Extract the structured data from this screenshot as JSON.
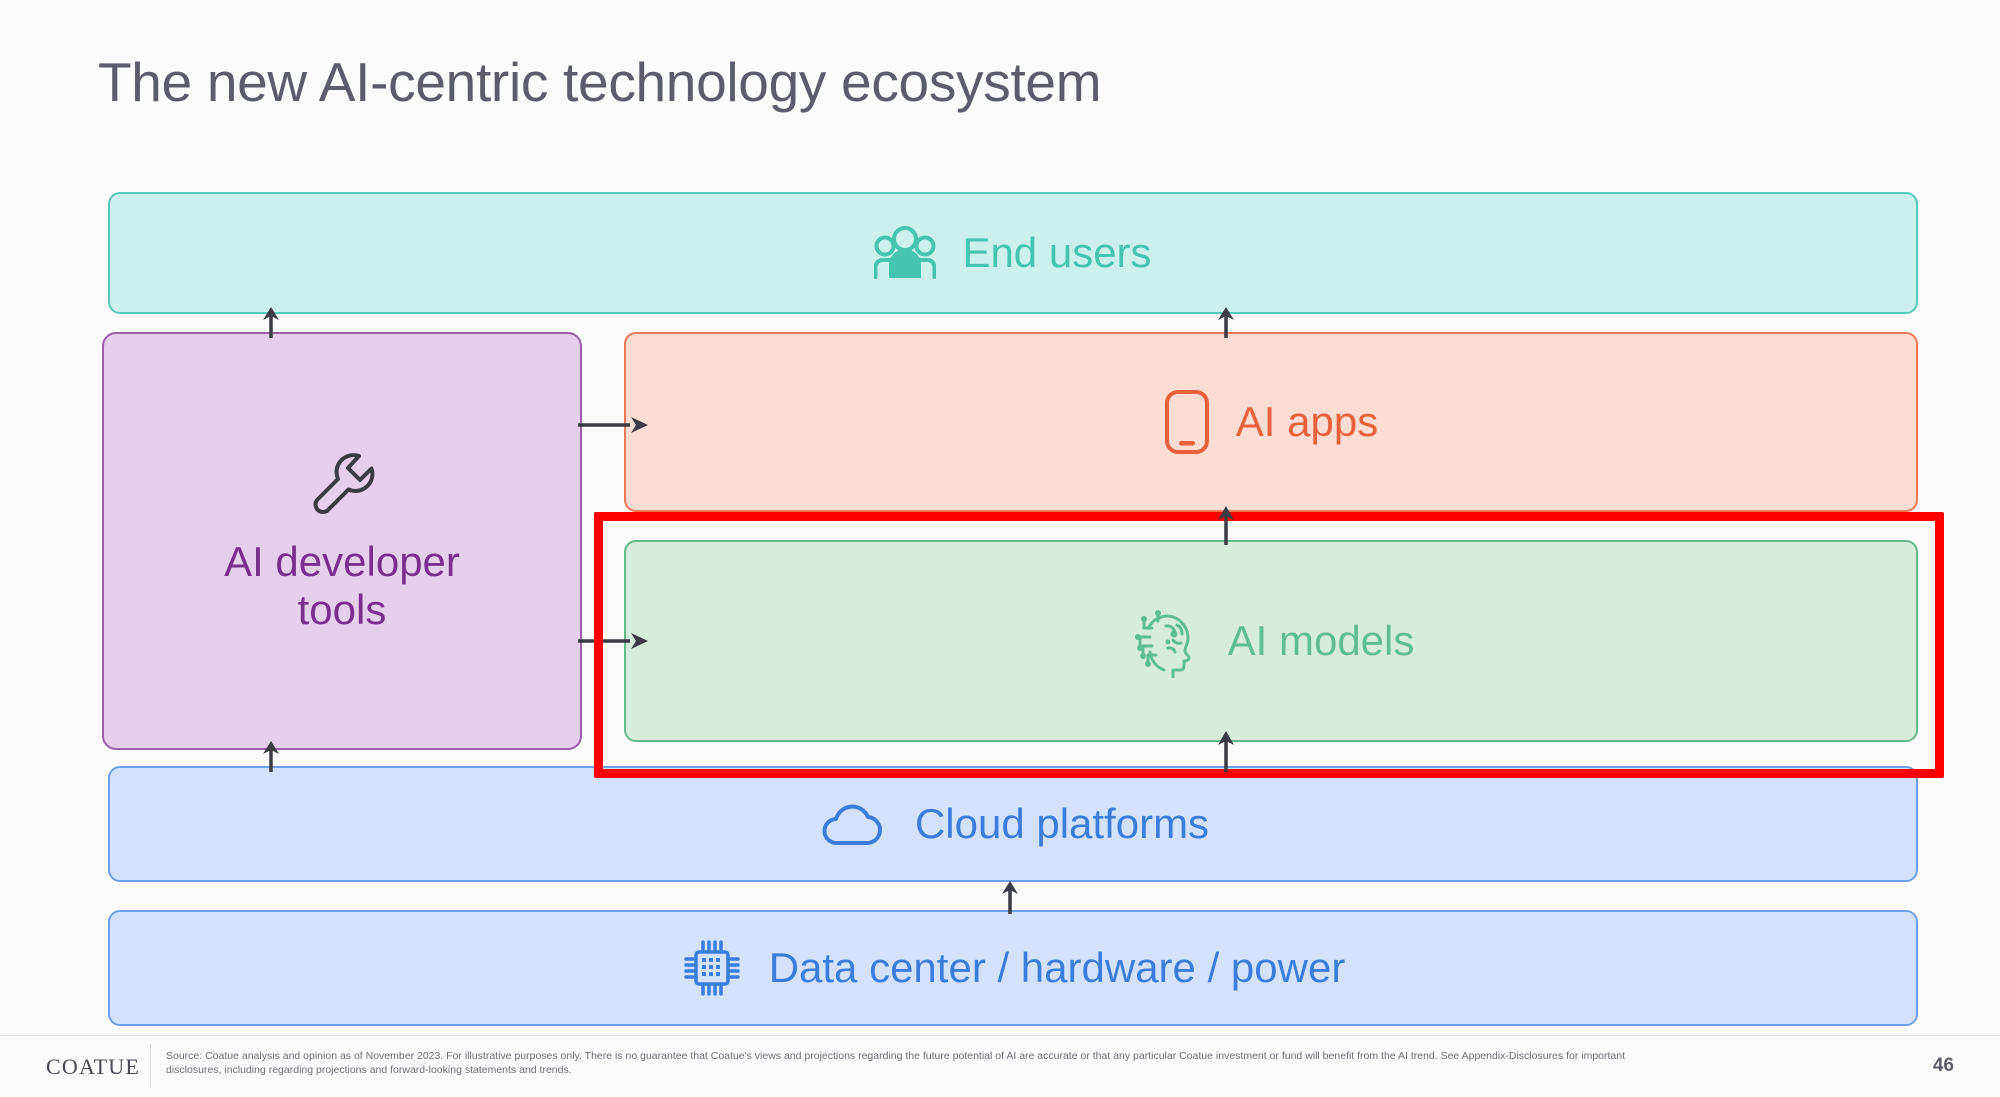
{
  "slide": {
    "title": "The new AI-centric technology ecosystem",
    "page_number": "46",
    "background_color": "#fbfbfb"
  },
  "layers": {
    "end_users": {
      "label": "End users",
      "icon": "people-group-icon",
      "fill_color": "#ccf0ec",
      "border_color": "#56c9b8",
      "text_color": "#45c4b0"
    },
    "ai_apps": {
      "label": "AI apps",
      "icon": "smartphone-icon",
      "fill_color": "#fbddd3",
      "border_color": "#ee7757",
      "text_color": "#e8603c"
    },
    "ai_models": {
      "label": "AI models",
      "icon": "ai-brain-head-icon",
      "fill_color": "#d6ecdd",
      "border_color": "#62b98b",
      "text_color": "#5fbd93",
      "highlighted": true,
      "highlight_color": "#fb0000"
    },
    "cloud_platforms": {
      "label": "Cloud platforms",
      "icon": "cloud-icon",
      "fill_color": "#d3e2fa",
      "border_color": "#6d9fe8",
      "text_color": "#3b7ddc"
    },
    "data_center": {
      "label": "Data center / hardware / power",
      "icon": "cpu-chip-icon",
      "fill_color": "#d3e2fa",
      "border_color": "#6d9fe8",
      "text_color": "#3b7ddc"
    },
    "ai_developer_tools": {
      "label_line1": "AI developer",
      "label_line2": "tools",
      "icon": "wrench-icon",
      "fill_color": "#e6cfec",
      "border_color": "#9a5fa8",
      "text_color": "#7a2f8f"
    }
  },
  "flows": [
    {
      "name": "devtools-to-endusers",
      "direction": "up"
    },
    {
      "name": "aiapps-to-endusers",
      "direction": "up"
    },
    {
      "name": "devtools-to-aiapps",
      "direction": "right"
    },
    {
      "name": "devtools-to-aimodels",
      "direction": "right"
    },
    {
      "name": "aimodels-to-aiapps",
      "direction": "up"
    },
    {
      "name": "cloud-to-aimodels",
      "direction": "up"
    },
    {
      "name": "cloud-to-devtools",
      "direction": "up"
    },
    {
      "name": "datacenter-to-cloud",
      "direction": "up"
    }
  ],
  "footer": {
    "logo": "COATUE",
    "source_line1": "Source: Coatue analysis and opinion as of November 2023. For illustrative purposes only. There is no guarantee that Coatue's views and projections regarding the future potential of AI are accurate or that any particular Coatue investment or fund will benefit from the AI trend. See Appendix-Disclosures for important",
    "source_line2": "disclosures, including regarding projections and forward-looking statements and trends."
  }
}
